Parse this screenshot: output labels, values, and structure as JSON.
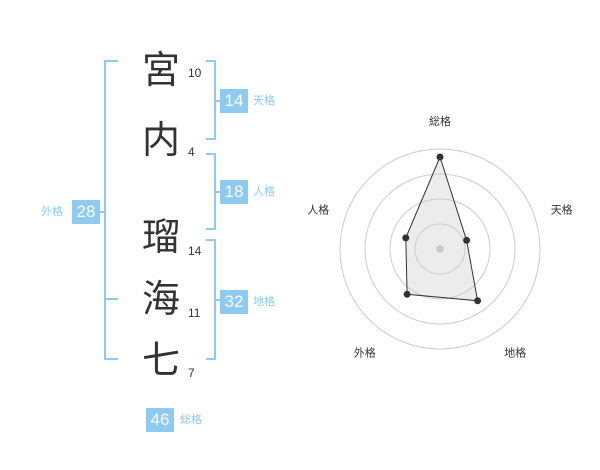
{
  "name": {
    "characters": [
      {
        "char": "宮",
        "strokes": "10"
      },
      {
        "char": "内",
        "strokes": "4"
      },
      {
        "char": "瑠",
        "strokes": "14"
      },
      {
        "char": "海",
        "strokes": "11"
      },
      {
        "char": "七",
        "strokes": "7"
      }
    ]
  },
  "kakusu": {
    "tenkaku": {
      "value": "14",
      "label": "天格"
    },
    "jinkaku": {
      "value": "18",
      "label": "人格"
    },
    "chikaku": {
      "value": "32",
      "label": "地格"
    },
    "gaikaku": {
      "value": "28",
      "label": "外格"
    },
    "soukaku": {
      "value": "46",
      "label": "総格"
    }
  },
  "colors": {
    "accent": "#8fcaf0",
    "text": "#333333",
    "grid": "#cccccc"
  },
  "chart_data": {
    "type": "radar",
    "axes": [
      "総格",
      "天格",
      "地格",
      "外格",
      "人格"
    ],
    "values": [
      46,
      14,
      32,
      28,
      18
    ],
    "rings": 4,
    "grid": true
  }
}
